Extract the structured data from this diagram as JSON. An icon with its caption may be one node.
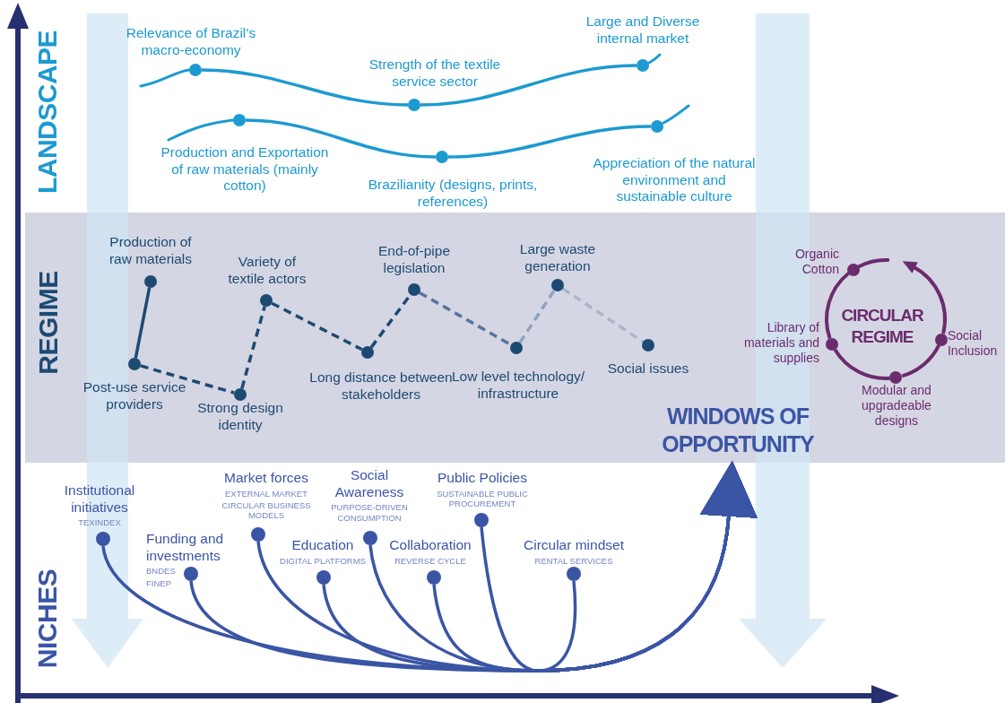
{
  "diagram": {
    "nodes": [
      {
        "text": [
          "Relevance of Brazil’s macro-economy"
        ]
      },
      {
        "text": [
          "Strength of the textile service sector"
        ]
      },
      {
        "text": [
          "Large and Diverse internal market"
        ]
      },
      {
        "text": [
          "Production and Exportation of raw materials (mainly cotton)"
        ]
      },
      {
        "text": [
          "Brazilianity (designs, prints, references)"
        ]
      },
      {
        "text": [
          "Appreciation of the natural environment and sustainable culture"
        ]
      },
      {
        "text": [
          "Production of raw materials"
        ]
      },
      {
        "text": [
          "Variety of textile actors"
        ]
      },
      {
        "text": [
          "End-of-pipe legislation"
        ]
      },
      {
        "text": [
          "Large waste generation"
        ]
      },
      {
        "text": [
          "Post-use service providers"
        ]
      },
      {
        "text": [
          "Strong design identity"
        ]
      },
      {
        "text": [
          "Long distance between stakeholders"
        ]
      },
      {
        "text": [
          "Low level technology/ infrastructure"
        ]
      },
      {
        "text": [
          "Social issues"
        ]
      },
      {
        "text": [
          "Organic Cotton"
        ]
      },
      {
        "text": [
          "CIRCULAR REGIME"
        ]
      },
      {
        "text": [
          "Library of materials and supplies"
        ]
      },
      {
        "text": [
          "Social Inclusion"
        ]
      },
      {
        "text": [
          "Modular and upgradeable designs"
        ]
      },
      {
        "text": [
          "WINDOWS OF OPPORTUNITY"
        ]
      },
      {
        "text": [
          "Institutional initiatives",
          "TEXINDEX"
        ]
      },
      {
        "text": [
          "Market forces",
          "EXTERNAL MARKET",
          "CIRCULAR BUSINESS MODELS"
        ]
      },
      {
        "text": [
          "Social Awareness",
          "PURPOSE-DRIVEN CONSUMPTION"
        ]
      },
      {
        "text": [
          "Public Policies",
          "SUSTAINABLE PUBLIC PROCUREMENT"
        ]
      },
      {
        "text": [
          "Funding and investments",
          "BNDES",
          "FINEP"
        ]
      },
      {
        "text": [
          "Education",
          "DIGITAL PLATFORMS"
        ]
      },
      {
        "text": [
          "Collaboration",
          "REVERSE CYCLE"
        ]
      },
      {
        "text": [
          "Circular mindset",
          "RENTAL SERVICES"
        ]
      }
    ],
    "edges": [
      {
        "from": 0,
        "to": 1,
        "arrow": "none"
      },
      {
        "from": 1,
        "to": 2,
        "arrow": "none"
      },
      {
        "from": 3,
        "to": 4,
        "arrow": "none"
      },
      {
        "from": 4,
        "to": 5,
        "arrow": "none"
      },
      {
        "from": 6,
        "to": 10,
        "arrow": "none"
      },
      {
        "from": 10,
        "to": 11,
        "arrow": "none",
        "style": "dashed"
      },
      {
        "from": 11,
        "to": 7,
        "arrow": "none",
        "style": "dashed"
      },
      {
        "from": 7,
        "to": 12,
        "arrow": "none",
        "style": "dashed"
      },
      {
        "from": 12,
        "to": 8,
        "arrow": "none",
        "style": "dashed"
      },
      {
        "from": 8,
        "to": 13,
        "arrow": "none",
        "style": "dashed",
        "color": "#56759c"
      },
      {
        "from": 13,
        "to": 9,
        "arrow": "none",
        "style": "dashed",
        "color": "#8ea3bf"
      },
      {
        "from": 9,
        "to": 14,
        "arrow": "none",
        "style": "dashed",
        "color": "#a9b6cb"
      },
      {
        "from": 15,
        "to": 17,
        "arrow": "none",
        "color": "#6b2c6e"
      },
      {
        "from": 17,
        "to": 19,
        "arrow": "none",
        "color": "#6b2c6e"
      },
      {
        "from": 19,
        "to": 18,
        "arrow": "none",
        "color": "#6b2c6e"
      },
      {
        "from": 18,
        "to": 16,
        "arrow": "to",
        "color": "#6b2c6e"
      },
      {
        "from": 21,
        "to": 20,
        "arrow": "to",
        "color": "#3b55a5"
      },
      {
        "from": 25,
        "to": 20,
        "arrow": "to",
        "color": "#3b55a5"
      },
      {
        "from": 22,
        "to": 20,
        "arrow": "to",
        "color": "#3b55a5"
      },
      {
        "from": 26,
        "to": 20,
        "arrow": "to",
        "color": "#3b55a5"
      },
      {
        "from": 23,
        "to": 20,
        "arrow": "to",
        "color": "#3b55a5"
      },
      {
        "from": 27,
        "to": 20,
        "arrow": "to",
        "color": "#3b55a5"
      },
      {
        "from": 24,
        "to": 20,
        "arrow": "to",
        "color": "#3b55a5"
      },
      {
        "from": 28,
        "to": 20,
        "arrow": "to",
        "color": "#3b55a5"
      }
    ],
    "labels": [
      "LANDSCAPE",
      "REGIME",
      "NICHES"
    ]
  }
}
